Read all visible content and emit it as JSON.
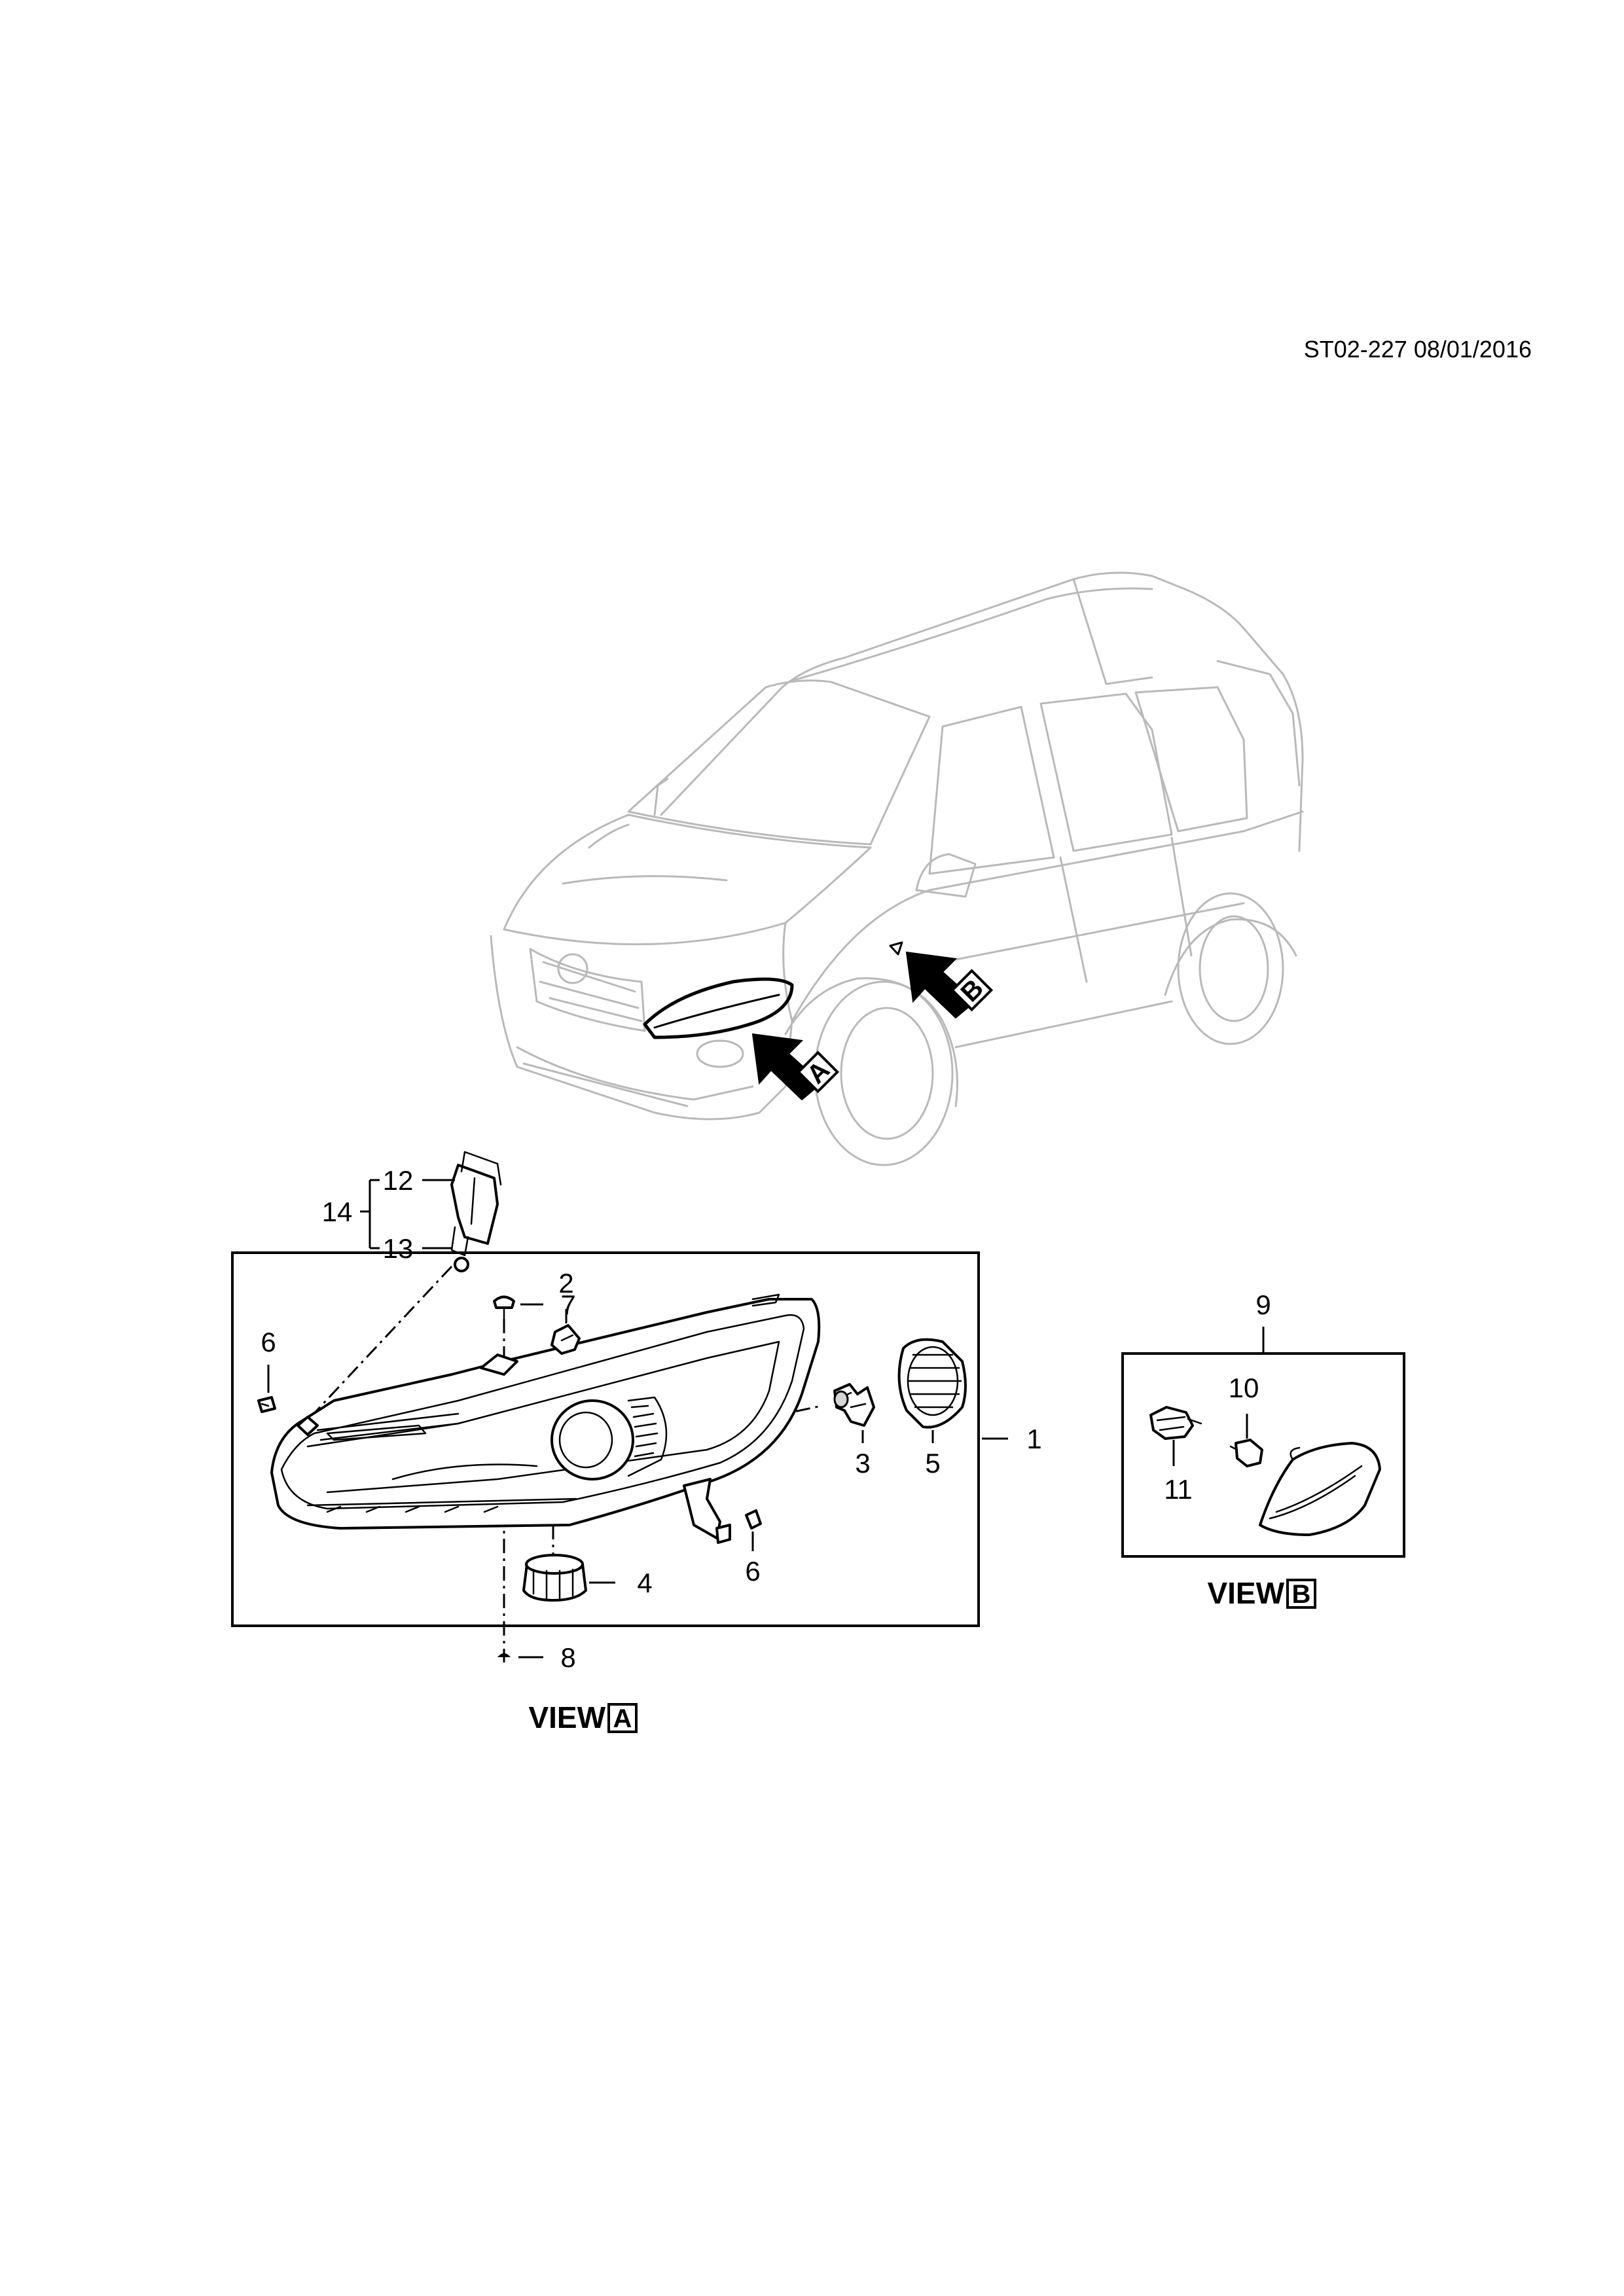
{
  "doc_code": "ST02-227 08/01/2016",
  "arrows": {
    "a": "A",
    "b": "B"
  },
  "views": {
    "a": {
      "prefix": "VIEW",
      "letter": "A"
    },
    "b": {
      "prefix": "VIEW",
      "letter": "B"
    }
  },
  "callouts": {
    "c1": "1",
    "c2": "2",
    "c3": "3",
    "c4": "4",
    "c5": "5",
    "c6a": "6",
    "c6b": "6",
    "c7": "7",
    "c8": "8",
    "c9": "9",
    "c10": "10",
    "c11": "11",
    "c12": "12",
    "c13": "13",
    "c14": "14"
  }
}
